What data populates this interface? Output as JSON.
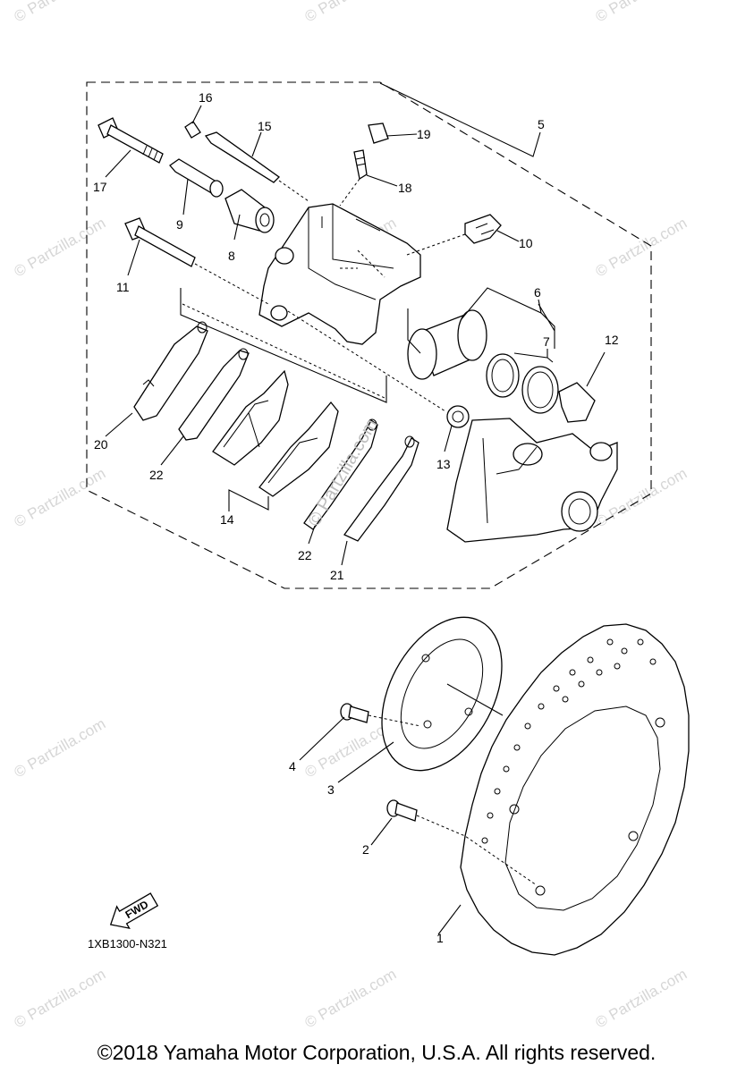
{
  "diagram": {
    "code": "1XB1300-N321",
    "copyright": "©2018 Yamaha Motor Corporation, U.S.A. All rights reserved.",
    "fwd_label": "FWD",
    "watermark": "© Partzilla.com",
    "watermark_center": "© Partzilla.com",
    "callouts": {
      "c1": "1",
      "c2": "2",
      "c3": "3",
      "c4": "4",
      "c5": "5",
      "c6": "6",
      "c7": "7",
      "c8": "8",
      "c9": "9",
      "c10": "10",
      "c11": "11",
      "c12": "12",
      "c13": "13",
      "c14": "14",
      "c15": "15",
      "c16": "16",
      "c17": "17",
      "c18": "18",
      "c19": "19",
      "c20": "20",
      "c21": "21",
      "c22a": "22",
      "c22b": "22"
    }
  }
}
